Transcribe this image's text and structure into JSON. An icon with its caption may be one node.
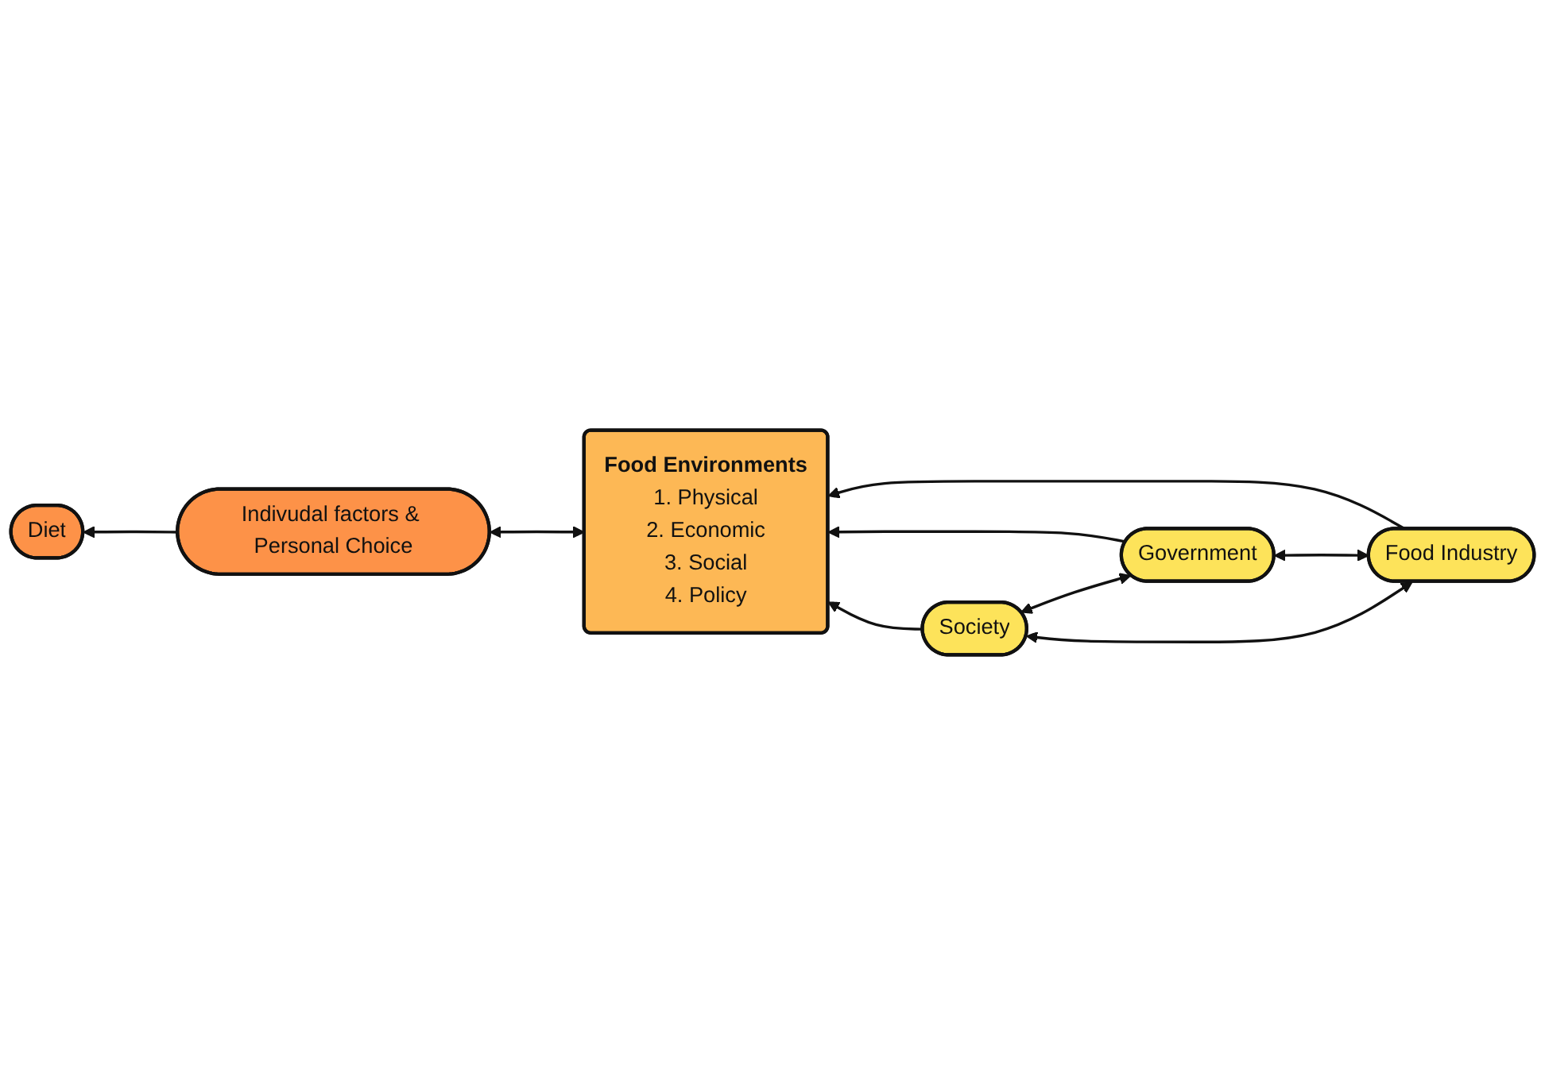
{
  "diagram": {
    "nodes": [
      {
        "text": [
          "Food Environments",
          "1. Physical",
          "2. Economic",
          "3. Social",
          "4. Policy"
        ]
      },
      {
        "text": [
          "Food Industry"
        ]
      },
      {
        "text": [
          "Government"
        ]
      },
      {
        "text": [
          "Society"
        ]
      },
      {
        "text": [
          "Indivudal factors & Personal Choice"
        ]
      },
      {
        "text": [
          "Diet"
        ]
      }
    ],
    "edges": [
      {
        "from": 1,
        "to": 0,
        "arrow": "to"
      },
      {
        "from": 2,
        "to": 0,
        "arrow": "to"
      },
      {
        "from": 3,
        "to": 0,
        "arrow": "to"
      },
      {
        "from": 0,
        "to": 4,
        "arrow": "both"
      },
      {
        "from": 4,
        "to": 5,
        "arrow": "to"
      },
      {
        "from": 1,
        "to": 2,
        "arrow": "both"
      },
      {
        "from": 2,
        "to": 3,
        "arrow": "both"
      },
      {
        "from": 1,
        "to": 3,
        "arrow": "both"
      }
    ]
  }
}
